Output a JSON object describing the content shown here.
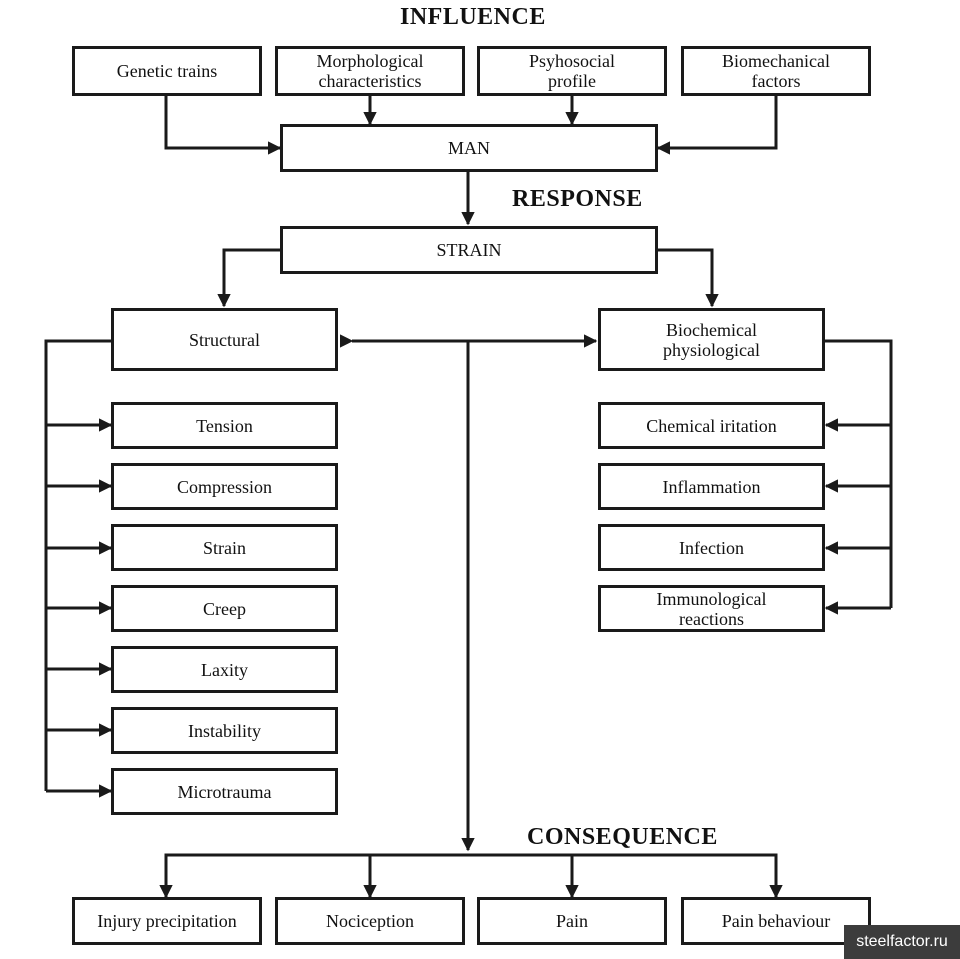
{
  "headings": {
    "influence": "INFLUENCE",
    "response": "RESPONSE",
    "consequence": "CONSEQUENCE"
  },
  "influences": [
    "Genetic trains",
    "Morphological\ncharacteristics",
    "Psyhosocial\nprofile",
    "Biomechanical\nfactors"
  ],
  "man": "MAN",
  "strain": "STRAIN",
  "structural": {
    "label": "Structural",
    "items": [
      "Tension",
      "Compression",
      "Strain",
      "Creep",
      "Laxity",
      "Instability",
      "Microtrauma"
    ]
  },
  "biochemical": {
    "label": "Biochemical\nphysiological",
    "items": [
      "Chemical iritation",
      "Inflammation",
      "Infection",
      "Immunological\nreactions"
    ]
  },
  "consequences": [
    "Injury precipitation",
    "Nociception",
    "Pain",
    "Pain behaviour"
  ],
  "watermark": "steelfactor.ru",
  "colors": {
    "line": "#1a1a1a",
    "watermark_bg": "#3c3c3c"
  }
}
